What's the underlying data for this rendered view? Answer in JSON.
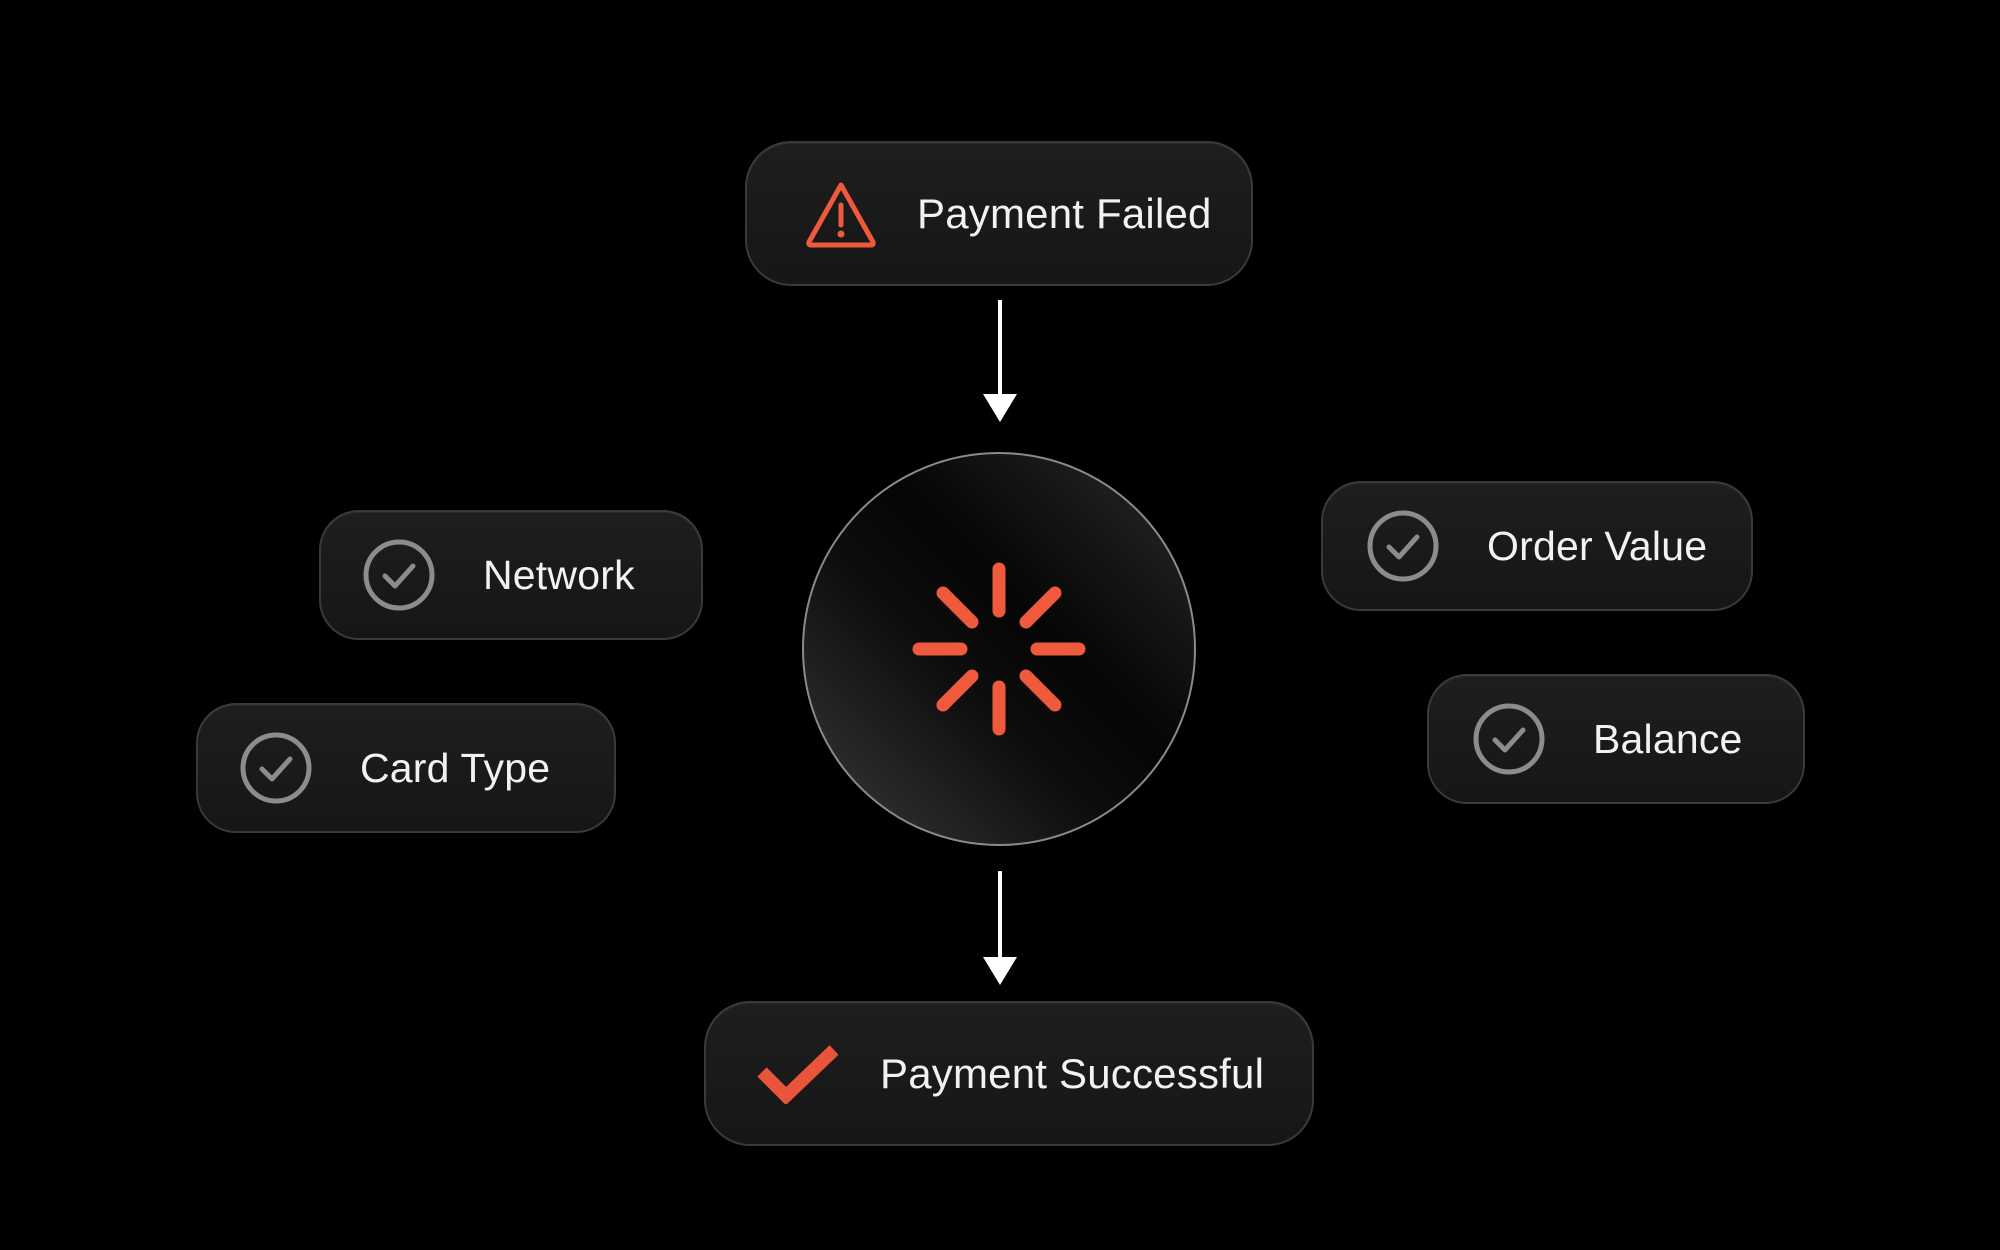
{
  "nodes": {
    "failed": {
      "label": "Payment Failed",
      "icon": "warning-triangle-icon",
      "color": "#f05a3c"
    },
    "success": {
      "label": "Payment Successful",
      "icon": "checkmark-icon",
      "color": "#e8553a"
    },
    "network": {
      "label": "Network",
      "icon": "check-circle-icon"
    },
    "card_type": {
      "label": "Card Type",
      "icon": "check-circle-icon"
    },
    "order_value": {
      "label": "Order Value",
      "icon": "check-circle-icon"
    },
    "balance": {
      "label": "Balance",
      "icon": "check-circle-icon"
    }
  },
  "center": {
    "icon": "loading-spinner-icon",
    "color": "#f05a3c"
  },
  "colors": {
    "background": "#000000",
    "accent": "#f05a3c",
    "check_icon": "#8c8c8c",
    "text": "#f2f2f2",
    "arrow": "#ffffff"
  }
}
